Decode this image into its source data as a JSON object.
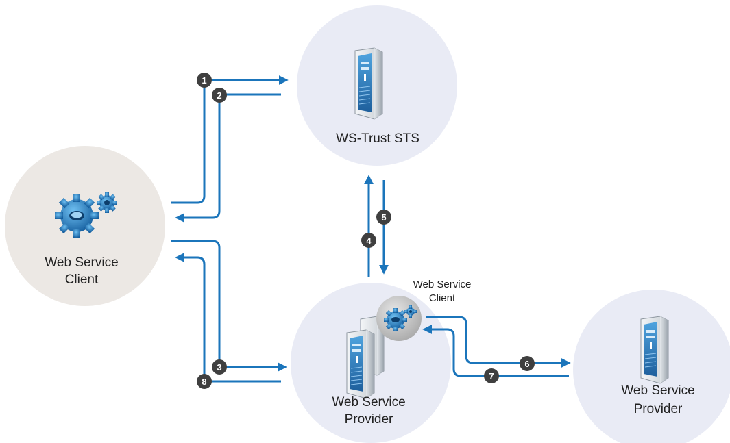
{
  "colors": {
    "arrow": "#1b75bb",
    "client_circle": "#ece8e4",
    "server_circle": "#e9ebf5",
    "badge": "#3f3f3f",
    "gear": "#2a86cf"
  },
  "nodes": {
    "sts": {
      "label_line1": "WS-Trust STS",
      "icon": "server-icon"
    },
    "client": {
      "label_line1": "Web Service",
      "label_line2": "Client",
      "icon": "gears-icon"
    },
    "provider": {
      "label_line1": "Web Service",
      "label_line2": "Provider",
      "icon": "server-icon"
    },
    "provider_client": {
      "label_line1": "Web Service",
      "label_line2": "Client",
      "icon": "gears-icon"
    },
    "remote_provider": {
      "label_line1": "Web Service",
      "label_line2": "Provider",
      "icon": "server-icon"
    }
  },
  "steps": [
    "1",
    "2",
    "3",
    "4",
    "5",
    "6",
    "7",
    "8"
  ]
}
